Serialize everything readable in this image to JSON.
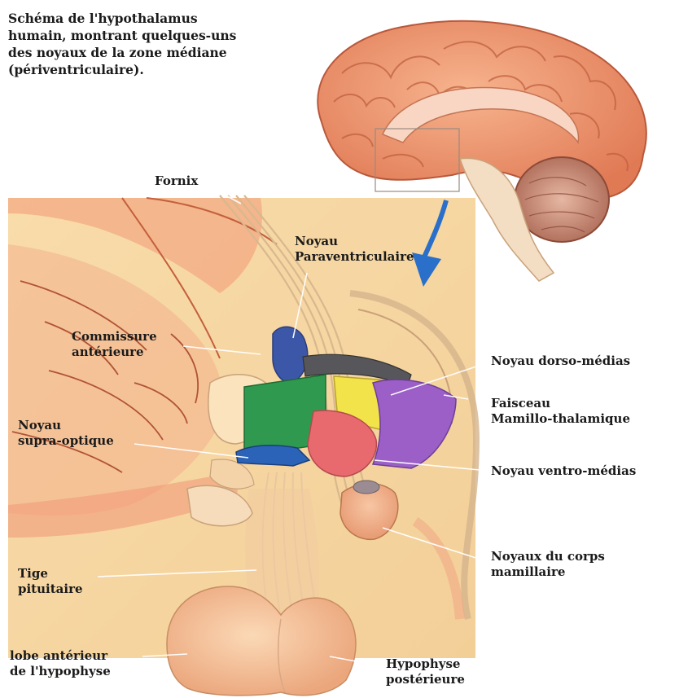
{
  "title": "Schéma de l'hypothalamus\nhumain, montrant quelques-uns\ndes noyaux de la zone médiane\n(périventriculaire).",
  "labels": {
    "fornix": "Fornix",
    "paraventriculaire": "Noyau\nParaventriculaire",
    "commissure": "Commissure\nantérieure",
    "dorso_medias": "Noyau dorso-médias",
    "faisceau": "Faisceau\nMamillo-thalamique",
    "supra_optique": "Noyau\nsupra-optique",
    "ventro_medias": "Noyau ventro-médias",
    "corps_mamillaire": "Noyaux du corps\nmamillaire",
    "tige": "Tige\npituitaire",
    "lobe_anterieur": "lobe antérieur\nde l'hypophyse",
    "hypophyse_posterieure": "Hypophyse\npostérieure"
  },
  "colors": {
    "background_panel": "#f6d7a3",
    "brain_tissue": "#f2a07a",
    "nucleus_paraventricular": "#3d57a8",
    "nucleus_dorsomedial": "#f2e34a",
    "nucleus_ventromedial": "#e86a6e",
    "nucleus_supraoptic": "#2b63b8",
    "nucleus_green": "#2f9a4f",
    "nucleus_purple": "#9b5fc7",
    "arrow": "#2a6fc9"
  }
}
